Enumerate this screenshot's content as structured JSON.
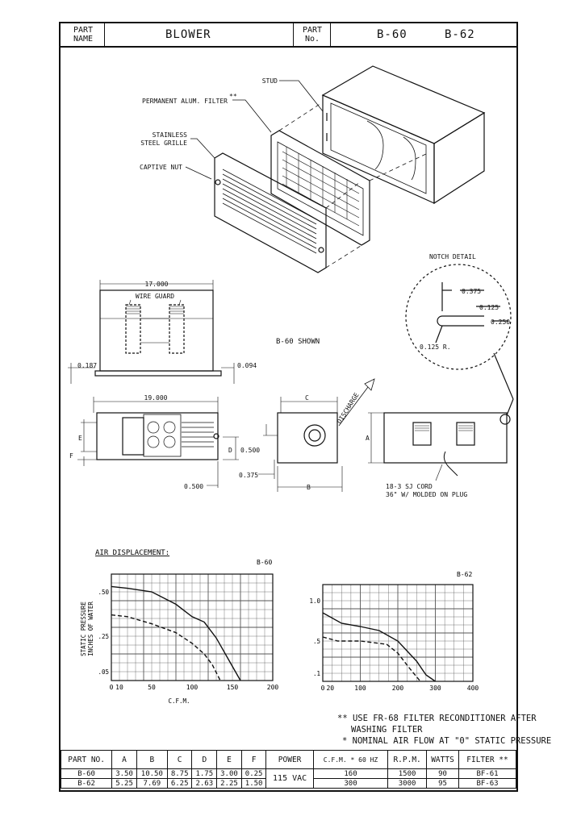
{
  "header": {
    "part_name_label": "PART NAME",
    "part_name": "BLOWER",
    "part_no_label": "PART No.",
    "part_nos": [
      "B-60",
      "B-62"
    ]
  },
  "isometric_callouts": {
    "stud": "STUD",
    "filter": "PERMANENT ALUM. FILTER",
    "filter_mark": "**",
    "grille_line1": "STAINLESS",
    "grille_line2": "STEEL GRILLE",
    "captive_nut": "CAPTIVE NUT"
  },
  "notch_detail": {
    "title": "NOTCH DETAIL",
    "dim1": "0.375",
    "dim2": "0.125",
    "dim3": "0.250",
    "radius": "0.125 R."
  },
  "top_view": {
    "width": "17.000",
    "wire_guard": "WIRE GUARD",
    "left_dim": "0.187",
    "right_dim": "0.094",
    "shown_label": "B-60 SHOWN"
  },
  "front_view": {
    "width": "19.000",
    "e": "E",
    "f": "F",
    "d": "D",
    "dim_500": "0.500",
    "dim_500b": "0.500",
    "dim_375": "0.375",
    "c": "C",
    "b": "B",
    "a": "A",
    "discharge": "DISCHARGE",
    "cord_line1": "18-3 SJ CORD",
    "cord_line2": "36\" W/ MOLDED ON PLUG"
  },
  "air_displacement": {
    "title": "AIR DISPLACEMENT:",
    "ylabel_line1": "STATIC PRESSURE",
    "ylabel_line2": "INCHES OF WATER",
    "xlabel": "C.F.M."
  },
  "chart_data": [
    {
      "type": "line",
      "title": "B-60",
      "xlabel": "C.F.M.",
      "ylabel": "STATIC PRESSURE INCHES OF WATER",
      "x_ticks": [
        "0",
        "10",
        "50",
        "100",
        "150",
        "200"
      ],
      "y_ticks": [
        ".50",
        ".25",
        ".05"
      ],
      "series": [
        {
          "style": "solid",
          "x": [
            0,
            20,
            50,
            80,
            100,
            115,
            130,
            145,
            160
          ],
          "y": [
            0.53,
            0.52,
            0.5,
            0.43,
            0.36,
            0.33,
            0.24,
            0.12,
            0.0
          ]
        },
        {
          "style": "dashed",
          "x": [
            0,
            20,
            50,
            80,
            100,
            115,
            125,
            135
          ],
          "y": [
            0.37,
            0.36,
            0.32,
            0.27,
            0.21,
            0.15,
            0.09,
            0.0
          ]
        }
      ]
    },
    {
      "type": "line",
      "title": "B-62",
      "x_ticks": [
        "0",
        "20",
        "100",
        "200",
        "300",
        "400"
      ],
      "y_ticks": [
        "1.0",
        ".5",
        ".1"
      ],
      "series": [
        {
          "style": "solid",
          "x": [
            0,
            50,
            100,
            150,
            200,
            250,
            275,
            300
          ],
          "y": [
            0.85,
            0.72,
            0.68,
            0.63,
            0.5,
            0.25,
            0.08,
            0.0
          ]
        },
        {
          "style": "dashed",
          "x": [
            0,
            40,
            100,
            170,
            200,
            230,
            260
          ],
          "y": [
            0.55,
            0.5,
            0.5,
            0.46,
            0.35,
            0.17,
            0.0
          ]
        }
      ]
    }
  ],
  "notes": {
    "line1": "** USE FR-68 FILTER RECONDITIONER AFTER",
    "line2": "WASHING FILTER",
    "line3": "* NOMINAL AIR FLOW AT \"0\" STATIC PRESSURE"
  },
  "table": {
    "headers": [
      "PART NO.",
      "A",
      "B",
      "C",
      "D",
      "E",
      "F",
      "POWER",
      "C.F.M. * 60 HZ",
      "R.P.M.",
      "WATTS",
      "FILTER **"
    ],
    "rows": [
      [
        "B-60",
        "3.50",
        "10.50",
        "8.75",
        "1.75",
        "3.00",
        "0.25",
        "115 VAC",
        "160",
        "1500",
        "90",
        "BF-61"
      ],
      [
        "B-62",
        "5.25",
        "7.69",
        "6.25",
        "2.63",
        "2.25",
        "1.50",
        "",
        "300",
        "3000",
        "95",
        "BF-63"
      ]
    ]
  }
}
